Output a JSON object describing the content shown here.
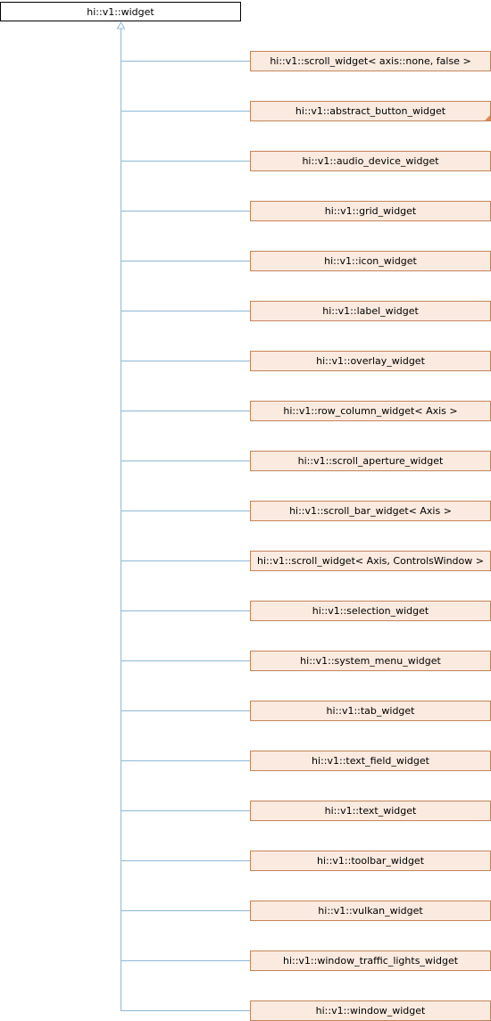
{
  "base_class": {
    "label": "hi::v1::widget"
  },
  "derived_classes": [
    {
      "label": "hi::v1::scroll_widget< axis::none, false >",
      "has_more": false
    },
    {
      "label": "hi::v1::abstract_button_widget",
      "has_more": true
    },
    {
      "label": "hi::v1::audio_device_widget",
      "has_more": false
    },
    {
      "label": "hi::v1::grid_widget",
      "has_more": false
    },
    {
      "label": "hi::v1::icon_widget",
      "has_more": false
    },
    {
      "label": "hi::v1::label_widget",
      "has_more": false
    },
    {
      "label": "hi::v1::overlay_widget",
      "has_more": false
    },
    {
      "label": "hi::v1::row_column_widget< Axis >",
      "has_more": false
    },
    {
      "label": "hi::v1::scroll_aperture_widget",
      "has_more": false
    },
    {
      "label": "hi::v1::scroll_bar_widget< Axis >",
      "has_more": false
    },
    {
      "label": "hi::v1::scroll_widget< Axis, ControlsWindow >",
      "has_more": false
    },
    {
      "label": "hi::v1::selection_widget",
      "has_more": false
    },
    {
      "label": "hi::v1::system_menu_widget",
      "has_more": false
    },
    {
      "label": "hi::v1::tab_widget",
      "has_more": false
    },
    {
      "label": "hi::v1::text_field_widget",
      "has_more": false
    },
    {
      "label": "hi::v1::text_widget",
      "has_more": false
    },
    {
      "label": "hi::v1::toolbar_widget",
      "has_more": false
    },
    {
      "label": "hi::v1::vulkan_widget",
      "has_more": false
    },
    {
      "label": "hi::v1::window_traffic_lights_widget",
      "has_more": false
    },
    {
      "label": "hi::v1::window_widget",
      "has_more": false
    }
  ],
  "colors": {
    "connector": "#8fb8d6",
    "derived_fill": "#fbeae0",
    "derived_border": "#c4845a",
    "base_border": "#000000",
    "more_marker": "#e28a45"
  }
}
